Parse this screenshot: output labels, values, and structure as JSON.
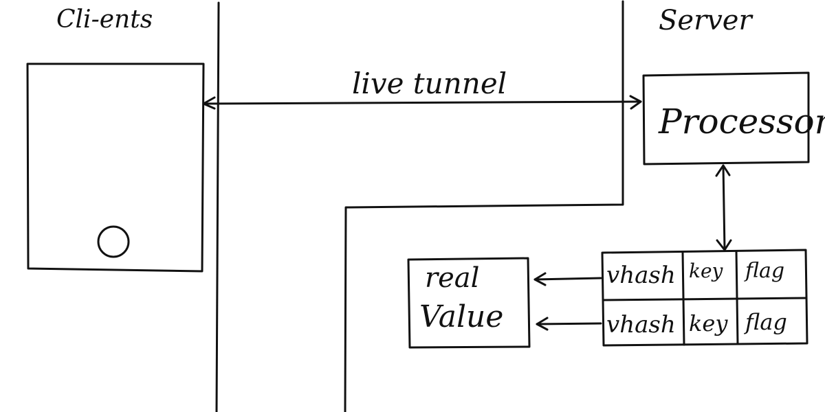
{
  "labels": {
    "client": "Cli-ents",
    "server": "Server",
    "tunnel": "live tunnel",
    "processor": "Processor",
    "real_value_line1": "real",
    "real_value_line2": "Value"
  },
  "table": {
    "rows": [
      [
        "vhash",
        "key",
        "flag"
      ],
      [
        "vhash",
        "key",
        "flag"
      ]
    ]
  },
  "colors": {
    "ink": "#111111",
    "background": "#ffffff"
  }
}
